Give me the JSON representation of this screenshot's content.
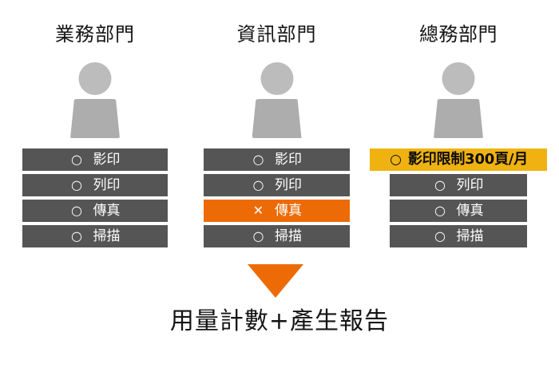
{
  "diagram": {
    "title_bottom": "用量計數+產生報告",
    "colors": {
      "bar_default": "#555555",
      "bar_blocked": "#ED6B06",
      "bar_limited": "#EFB211",
      "person_head": "#BCBCBC",
      "person_body": "#ADADAD",
      "arrow": "#ED6B06",
      "text_dark": "#141414",
      "text_light": "#FFFFFF",
      "background": "#FFFFFF"
    },
    "marks": {
      "allowed": "○",
      "blocked": "✕",
      "allowed_icon_name": "circle-allowed-icon",
      "blocked_icon_name": "cross-blocked-icon"
    },
    "arrow_icon": "down-triangle-arrow",
    "person_icon": "person-silhouette-icon",
    "columns": [
      {
        "id": "sales",
        "title": "業務部門",
        "options": [
          {
            "mark": "○",
            "label": "影印",
            "state": "allowed"
          },
          {
            "mark": "○",
            "label": "列印",
            "state": "allowed"
          },
          {
            "mark": "○",
            "label": "傳真",
            "state": "allowed"
          },
          {
            "mark": "○",
            "label": "掃描",
            "state": "allowed"
          }
        ]
      },
      {
        "id": "it",
        "title": "資訊部門",
        "options": [
          {
            "mark": "○",
            "label": "影印",
            "state": "allowed"
          },
          {
            "mark": "○",
            "label": "列印",
            "state": "allowed"
          },
          {
            "mark": "✕",
            "label": "傳真",
            "state": "blocked"
          },
          {
            "mark": "○",
            "label": "掃描",
            "state": "allowed"
          }
        ]
      },
      {
        "id": "general-affairs",
        "title": "總務部門",
        "options": [
          {
            "mark": "○",
            "label": "影印限制300頁/月",
            "state": "limited"
          },
          {
            "mark": "○",
            "label": "列印",
            "state": "allowed"
          },
          {
            "mark": "○",
            "label": "傳真",
            "state": "allowed"
          },
          {
            "mark": "○",
            "label": "掃描",
            "state": "allowed"
          }
        ]
      }
    ]
  }
}
